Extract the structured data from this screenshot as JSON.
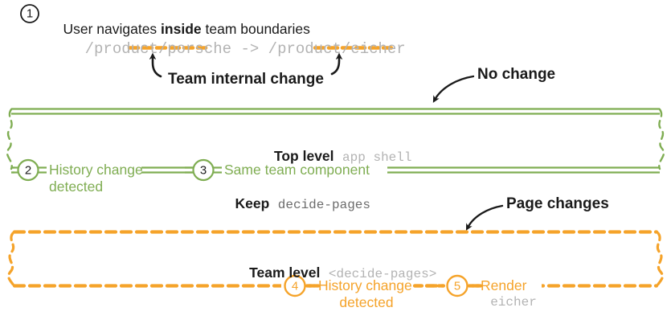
{
  "diagram": {
    "title_step": {
      "number": "1",
      "text_pre": "User navigates ",
      "text_strong": "inside",
      "text_post": " team boundaries"
    },
    "route_change": {
      "from_path": "/product/porsche",
      "arrow": "->",
      "to_path": "/product/eicher",
      "highlight_from": "porsche",
      "highlight_to": "eicher"
    },
    "callouts": [
      {
        "id": "team-internal-change",
        "label": "Team internal change"
      },
      {
        "id": "no-change",
        "label": "No change"
      },
      {
        "id": "page-changes",
        "label": "Page changes"
      }
    ],
    "top_box": {
      "level_label": "Top level",
      "component_name": "app shell",
      "steps": [
        {
          "number": "2",
          "line1": "History change",
          "line2": "detected"
        },
        {
          "number": "3",
          "line1": "Same team component",
          "line2_strong": "Keep",
          "line2_mono": "decide-pages"
        }
      ]
    },
    "bottom_box": {
      "level_label": "Team level",
      "component_name": "<decide-pages>",
      "steps": [
        {
          "number": "4",
          "line1": "History change",
          "line2": "detected"
        },
        {
          "number": "5",
          "line1": "Render",
          "line2_mono": "eicher"
        }
      ]
    },
    "colors": {
      "green": "#7fad52",
      "orange": "#f5a32a",
      "ink": "#1a1a1a",
      "muted": "#b3b3b3",
      "white": "#ffffff"
    }
  }
}
